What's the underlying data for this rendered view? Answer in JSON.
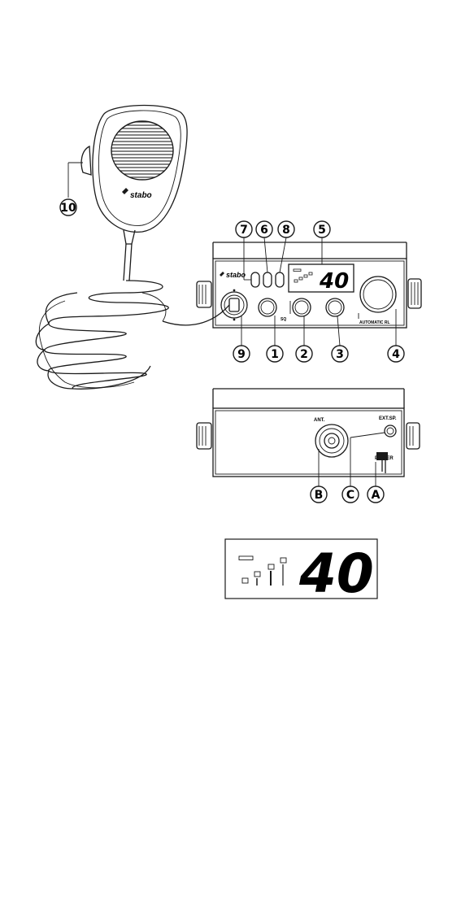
{
  "front": {
    "brand": "stabo",
    "display_channel": "40",
    "automatic_label": "AUTOMATIC RL",
    "sq_label": "SQ",
    "callouts": [
      "1",
      "2",
      "3",
      "4",
      "5",
      "6",
      "7",
      "8",
      "9",
      "10"
    ]
  },
  "rear": {
    "ant_label": "ANT.",
    "ext_label": "EXT.SP.",
    "power_label": "POWER",
    "callouts": [
      "A",
      "B",
      "C"
    ]
  },
  "display_detail": {
    "channel": "40"
  },
  "microphone": {
    "brand": "stabo"
  }
}
